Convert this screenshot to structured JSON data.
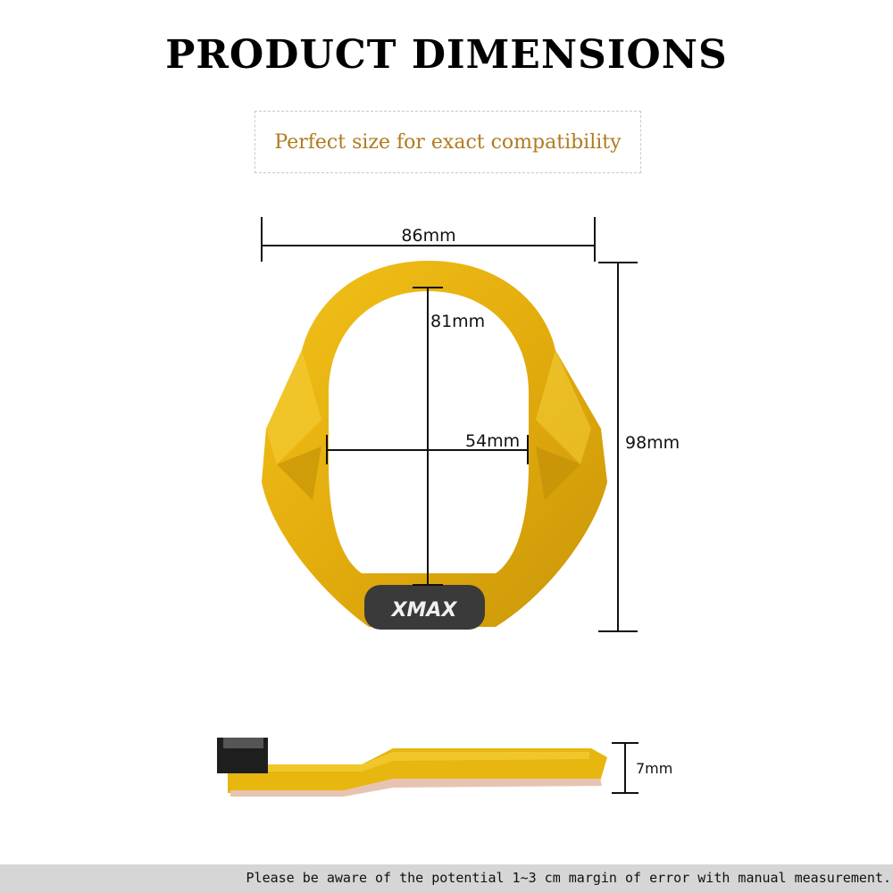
{
  "header": {
    "title": "PRODUCT DIMENSIONS",
    "subtitle": "Perfect size for exact compatibility"
  },
  "dimensions": {
    "width": "86mm",
    "inner_height": "81mm",
    "inner_width": "54mm",
    "height": "98mm",
    "thickness": "7mm"
  },
  "product": {
    "logo_text": "XMAX",
    "colors": {
      "body": "#e6b00f",
      "shade": "#c99608",
      "logo_plate": "#3a3a3a"
    }
  },
  "footer": {
    "note": "Please be aware of the potential 1~3 cm margin of error with manual measurement."
  }
}
